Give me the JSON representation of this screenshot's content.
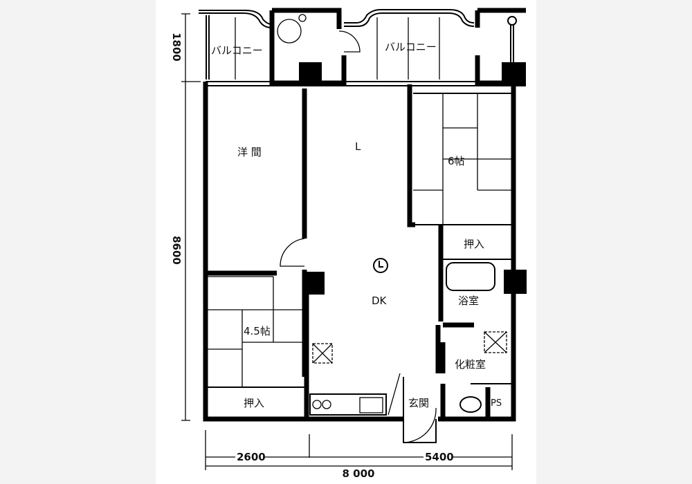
{
  "rooms": {
    "balcony_left": "バルコニー",
    "balcony_right": "バルコニー",
    "western_room": "洋 間",
    "living": "L",
    "tatami_6": "6帖",
    "closet_right": "押入",
    "bathroom": "浴室",
    "dining_kitchen": "DK",
    "tatami_4_5": "4.5帖",
    "washroom": "化粧室",
    "closet_left": "押入",
    "entrance": "玄関",
    "pipe_space": "PS"
  },
  "dimensions": {
    "balcony_depth": "1800",
    "main_depth": "8600",
    "left_width": "2600",
    "right_width": "5400",
    "total_width": "8 000"
  }
}
